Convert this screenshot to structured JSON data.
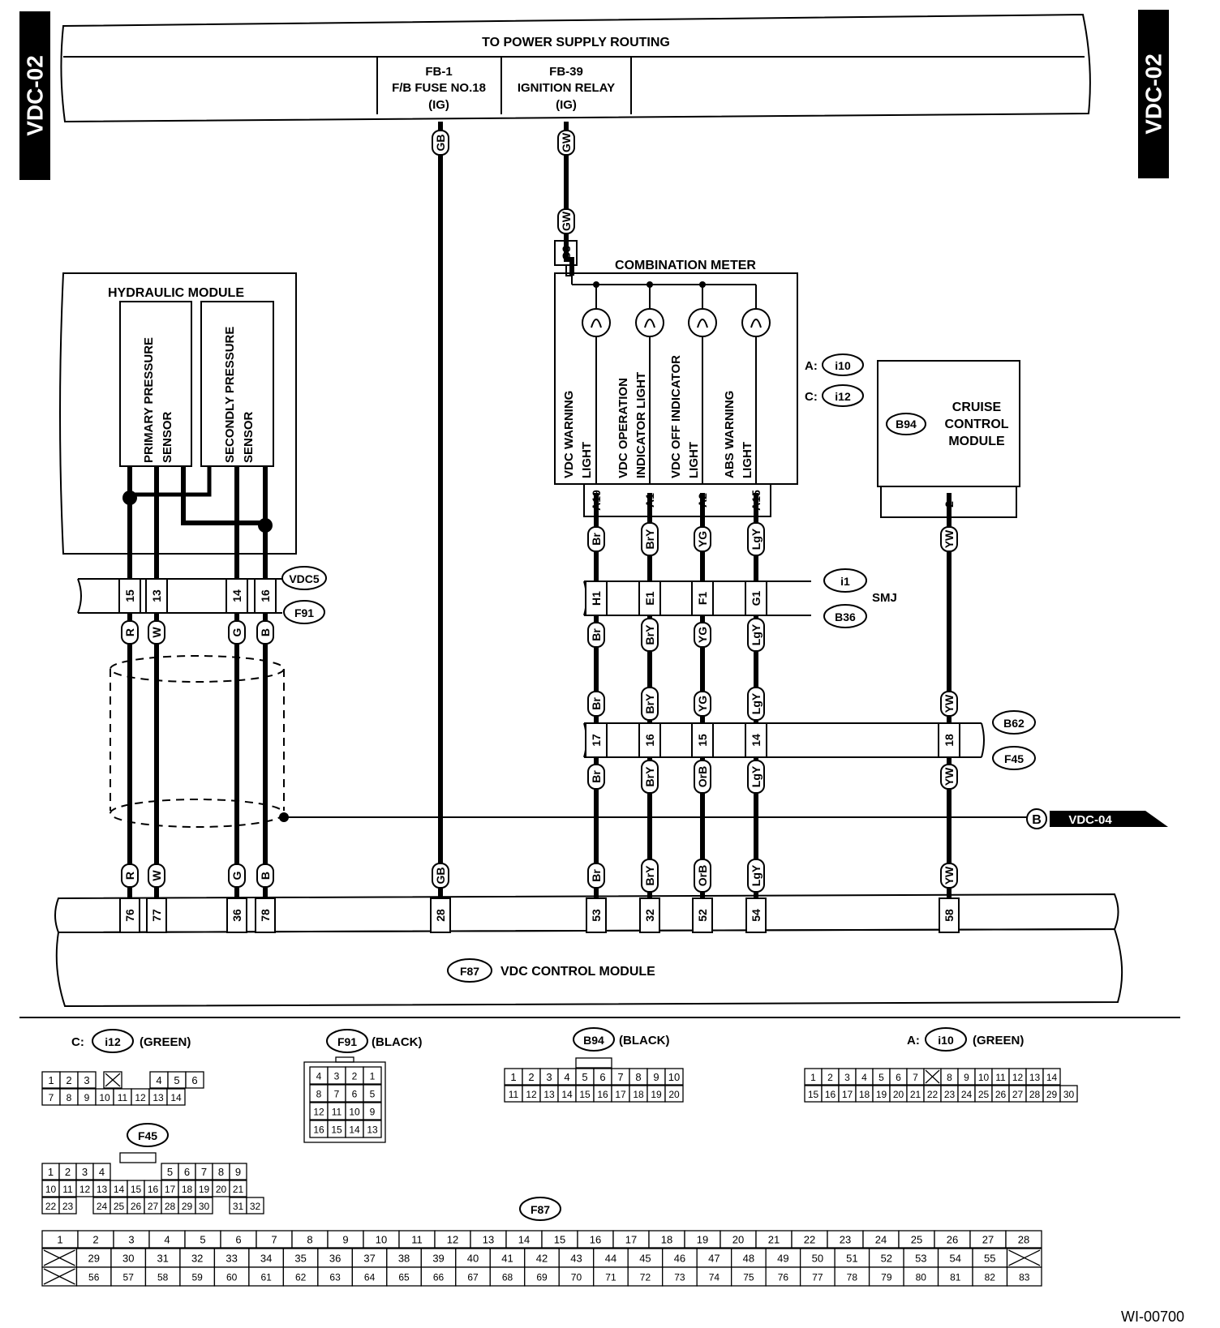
{
  "page_tag": "VDC-02",
  "figure_id": "WI-00700",
  "power_supply": {
    "title": "TO POWER SUPPLY ROUTING",
    "fb1": [
      "FB-1",
      "F/B FUSE NO.18",
      "(IG)"
    ],
    "fb39": [
      "FB-39",
      "IGNITION RELAY",
      "(IG)"
    ]
  },
  "hydraulic_module": {
    "title": "HYDRAULIC MODULE",
    "sensor1": [
      "PRIMARY PRESSURE",
      "SENSOR"
    ],
    "sensor2": [
      "SECONDLY PRESSURE",
      "SENSOR"
    ]
  },
  "combination_meter": {
    "title": "COMBINATION METER",
    "lights": [
      [
        "VDC WARNING",
        "LIGHT"
      ],
      [
        "VDC OPERATION",
        "INDICATOR LIGHT"
      ],
      [
        "VDC OFF INDICATOR",
        "LIGHT"
      ],
      [
        "ABS WARNING",
        "LIGHT"
      ]
    ],
    "pins": [
      "A19",
      "A1",
      "A2",
      "A15"
    ],
    "connectors": [
      {
        "prefix": "A:",
        "id": "i10"
      },
      {
        "prefix": "C:",
        "id": "i12"
      }
    ],
    "feed_pin": "C3"
  },
  "cruise_module": {
    "id": "B94",
    "name": [
      "CRUISE",
      "CONTROL",
      "MODULE"
    ],
    "pin": "2"
  },
  "connectors": {
    "vdc5": "VDC5",
    "f91": "F91",
    "i1": "i1",
    "smj": "SMJ",
    "b36": "B36",
    "b62": "B62",
    "f45": "F45",
    "f87": "F87"
  },
  "f91_pins": [
    "15",
    "13",
    "14",
    "16"
  ],
  "smj_pins": [
    "H1",
    "E1",
    "F1",
    "G1"
  ],
  "b62_pins": [
    "17",
    "16",
    "15",
    "14",
    "18"
  ],
  "ground_ref": {
    "letter": "B",
    "label": "VDC-04"
  },
  "control_module": {
    "id": "F87",
    "name": "VDC CONTROL MODULE",
    "pins": [
      "76",
      "77",
      "36",
      "78",
      "28",
      "53",
      "32",
      "52",
      "54",
      "58"
    ]
  },
  "wire_colors": {
    "hyd_top": [
      "R",
      "W",
      "G",
      "B"
    ],
    "hyd_bottom": [
      "R",
      "W",
      "G",
      "B"
    ],
    "gb": "GB",
    "gw": "GW",
    "meter_a": [
      "Br",
      "BrY",
      "YG",
      "LgY"
    ],
    "meter_b": [
      "Br",
      "BrY",
      "YG",
      "LgY"
    ],
    "meter_c": [
      "Br",
      "BrY",
      "YG",
      "LgY"
    ],
    "meter_d": [
      "Br",
      "BrY",
      "OrB",
      "LgY"
    ],
    "meter_e": [
      "Br",
      "BrY",
      "OrB",
      "LgY"
    ],
    "yw": "YW"
  },
  "connector_views": {
    "i12": {
      "prefix": "C:",
      "id": "i12",
      "color": "(GREEN)",
      "row1": [
        "1",
        "2",
        "3",
        "X",
        "4",
        "5",
        "6"
      ],
      "row2": [
        "7",
        "8",
        "9",
        "10",
        "11",
        "12",
        "13",
        "14"
      ]
    },
    "f91": {
      "id": "F91",
      "color": "(BLACK)",
      "rows": [
        [
          "4",
          "3",
          "2",
          "1"
        ],
        [
          "8",
          "7",
          "6",
          "5"
        ],
        [
          "12",
          "11",
          "10",
          "9"
        ],
        [
          "16",
          "15",
          "14",
          "13"
        ]
      ]
    },
    "b94": {
      "id": "B94",
      "color": "(BLACK)",
      "row1": [
        "1",
        "2",
        "3",
        "4",
        "5",
        "6",
        "7",
        "8",
        "9",
        "10"
      ],
      "row2": [
        "11",
        "12",
        "13",
        "14",
        "15",
        "16",
        "17",
        "18",
        "19",
        "20"
      ]
    },
    "i10": {
      "prefix": "A:",
      "id": "i10",
      "color": "(GREEN)",
      "row1": [
        "1",
        "2",
        "3",
        "4",
        "5",
        "6",
        "7",
        "X",
        "8",
        "9",
        "10",
        "11",
        "12",
        "13",
        "14"
      ],
      "row2": [
        "15",
        "16",
        "17",
        "18",
        "19",
        "20",
        "21",
        "22",
        "23",
        "24",
        "25",
        "26",
        "27",
        "28",
        "29",
        "30"
      ]
    },
    "f45": {
      "id": "F45",
      "row1": [
        "1",
        "2",
        "3",
        "4",
        "",
        "",
        "",
        "5",
        "6",
        "7",
        "8",
        "9"
      ],
      "row2": [
        "10",
        "11",
        "12",
        "13",
        "14",
        "15",
        "16",
        "17",
        "18",
        "19",
        "20",
        "21"
      ],
      "row3": [
        "22",
        "23",
        "",
        "24",
        "25",
        "26",
        "27",
        "28",
        "29",
        "30",
        "",
        "31",
        "32"
      ]
    },
    "f87": {
      "id": "F87",
      "row1": [
        "1",
        "2",
        "3",
        "4",
        "5",
        "6",
        "7",
        "8",
        "9",
        "10",
        "11",
        "12",
        "13",
        "14",
        "15",
        "16",
        "17",
        "18",
        "19",
        "20",
        "21",
        "22",
        "23",
        "24",
        "25",
        "26",
        "27",
        "28"
      ],
      "row2": [
        "X",
        "29",
        "30",
        "31",
        "32",
        "33",
        "34",
        "35",
        "36",
        "37",
        "38",
        "39",
        "40",
        "41",
        "42",
        "43",
        "44",
        "45",
        "46",
        "47",
        "48",
        "49",
        "50",
        "51",
        "52",
        "53",
        "54",
        "55",
        "X"
      ],
      "row3": [
        "X",
        "56",
        "57",
        "58",
        "59",
        "60",
        "61",
        "62",
        "63",
        "64",
        "65",
        "66",
        "67",
        "68",
        "69",
        "70",
        "71",
        "72",
        "73",
        "74",
        "75",
        "76",
        "77",
        "78",
        "79",
        "80",
        "81",
        "82",
        "83"
      ]
    }
  }
}
